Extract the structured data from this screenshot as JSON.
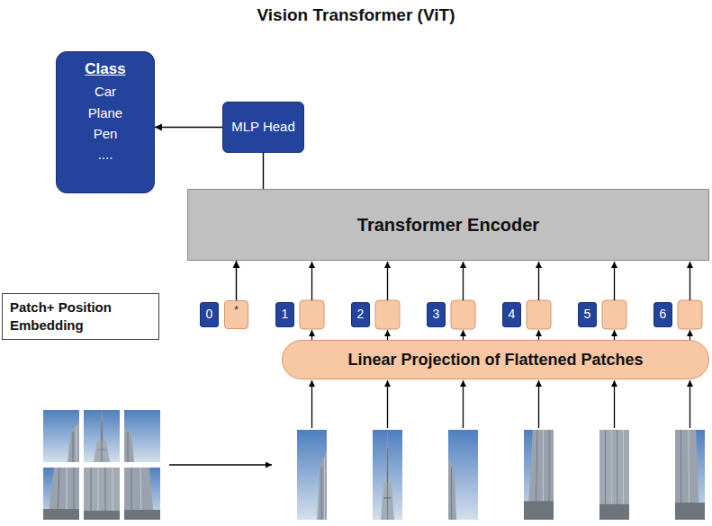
{
  "diagram": {
    "title": "Vision Transformer (ViT)",
    "nodes": [
      {
        "text": [
          "Class",
          "Car",
          "Plane",
          "Pen",
          "...."
        ]
      },
      {
        "text": [
          "MLP Head"
        ]
      },
      {
        "text": [
          "Transformer Encoder"
        ]
      },
      {
        "text": [
          "Patch+ Position Embedding"
        ]
      },
      {
        "text": [
          "0"
        ]
      },
      {
        "text": [
          "*"
        ]
      },
      {
        "text": [
          "1"
        ]
      },
      {
        "text": [
          "2"
        ]
      },
      {
        "text": [
          "3"
        ]
      },
      {
        "text": [
          "4"
        ]
      },
      {
        "text": [
          "5"
        ]
      },
      {
        "text": [
          "6"
        ]
      },
      {
        "text": [
          "Linear Projection of Flattened Patches"
        ]
      }
    ],
    "edges": [
      {
        "from": 1,
        "to": 0,
        "arrow": "to"
      },
      {
        "from": 2,
        "to": 1,
        "arrow": "none"
      },
      {
        "from": 5,
        "to": 2,
        "arrow": "to"
      }
    ]
  }
}
